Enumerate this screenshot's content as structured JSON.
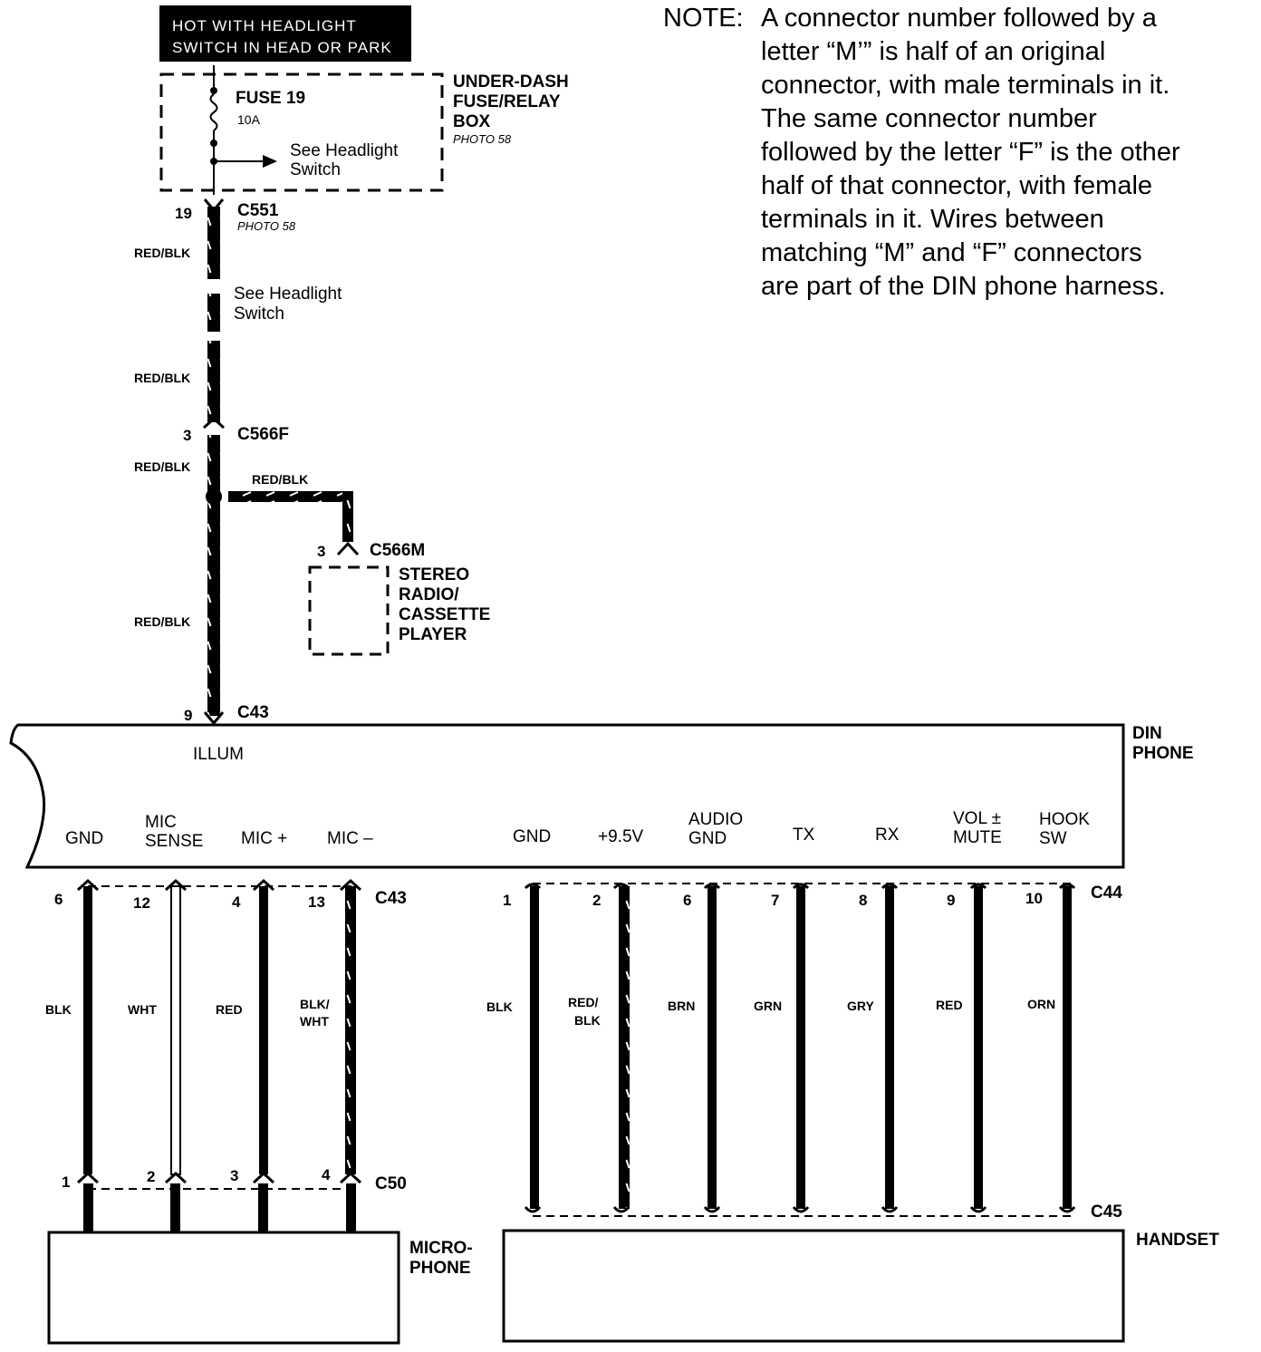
{
  "note": {
    "lead": "NOTE:",
    "lines": [
      "A connector number followed by a",
      "letter “M’” is half of an original",
      "connector, with male terminals in it.",
      "The same connector number",
      "followed by the letter “F” is the other",
      "half of that connector, with female",
      "terminals in it. Wires between",
      "matching “M” and “F” connectors",
      "are part of the DIN phone harness."
    ]
  },
  "hot_box": {
    "line1": "HOT WITH HEADLIGHT",
    "line2": "SWITCH IN HEAD OR PARK"
  },
  "fuse_box": {
    "name_lines": [
      "UNDER-DASH",
      "FUSE/RELAY",
      "BOX"
    ],
    "photo": "PHOTO 58",
    "fuse": "FUSE 19",
    "rating": "10A",
    "see_lines": [
      "See Headlight",
      "Switch"
    ]
  },
  "c551": {
    "pin": "19",
    "name": "C551",
    "photo": "PHOTO 58"
  },
  "main_wire": {
    "color_labels": [
      "RED/BLK",
      "RED/BLK",
      "RED/BLK",
      "RED/BLK"
    ],
    "see_lines": [
      "See Headlight",
      "Switch"
    ]
  },
  "c566f": {
    "pin": "3",
    "name": "C566F"
  },
  "branch": {
    "color": "RED/BLK"
  },
  "c566m": {
    "pin": "3",
    "name": "C566M"
  },
  "stereo": {
    "lines": [
      "STEREO",
      "RADIO/",
      "CASSETTE",
      "PLAYER"
    ]
  },
  "c43_top": {
    "pin": "9",
    "name": "C43"
  },
  "din_phone": {
    "name_lines": [
      "DIN",
      "PHONE"
    ],
    "illum": "ILLUM",
    "terminals_left": [
      {
        "lines": [
          "GND"
        ]
      },
      {
        "lines": [
          "MIC",
          "SENSE"
        ]
      },
      {
        "lines": [
          "MIC +"
        ]
      },
      {
        "lines": [
          "MIC –"
        ]
      }
    ],
    "terminals_right": [
      {
        "lines": [
          "GND"
        ]
      },
      {
        "lines": [
          "+9.5V"
        ]
      },
      {
        "lines": [
          "AUDIO",
          "GND"
        ]
      },
      {
        "lines": [
          "TX"
        ]
      },
      {
        "lines": [
          "RX"
        ]
      },
      {
        "lines": [
          "VOL ±",
          "MUTE"
        ]
      },
      {
        "lines": [
          "HOOK",
          "SW"
        ]
      }
    ]
  },
  "mic_harness": {
    "top_connector": "C43",
    "bottom_connector": "C50",
    "wires": [
      {
        "top_pin": "6",
        "bottom_pin": "1",
        "color_lines": [
          "BLK"
        ]
      },
      {
        "top_pin": "12",
        "bottom_pin": "2",
        "color_lines": [
          "WHT"
        ]
      },
      {
        "top_pin": "4",
        "bottom_pin": "3",
        "color_lines": [
          "RED"
        ]
      },
      {
        "top_pin": "13",
        "bottom_pin": "4",
        "color_lines": [
          "BLK/",
          "WHT"
        ]
      }
    ],
    "component_lines": [
      "MICRO-",
      "PHONE"
    ]
  },
  "handset_harness": {
    "top_connector": "C44",
    "bottom_connector": "C45",
    "wires": [
      {
        "top_pin": "1",
        "color_lines": [
          "BLK"
        ]
      },
      {
        "top_pin": "2",
        "color_lines": [
          "RED/",
          "BLK"
        ]
      },
      {
        "top_pin": "6",
        "color_lines": [
          "BRN"
        ]
      },
      {
        "top_pin": "7",
        "color_lines": [
          "GRN"
        ]
      },
      {
        "top_pin": "8",
        "color_lines": [
          "GRY"
        ]
      },
      {
        "top_pin": "9",
        "color_lines": [
          "RED"
        ]
      },
      {
        "top_pin": "10",
        "color_lines": [
          "ORN"
        ]
      }
    ],
    "component": "HANDSET"
  }
}
